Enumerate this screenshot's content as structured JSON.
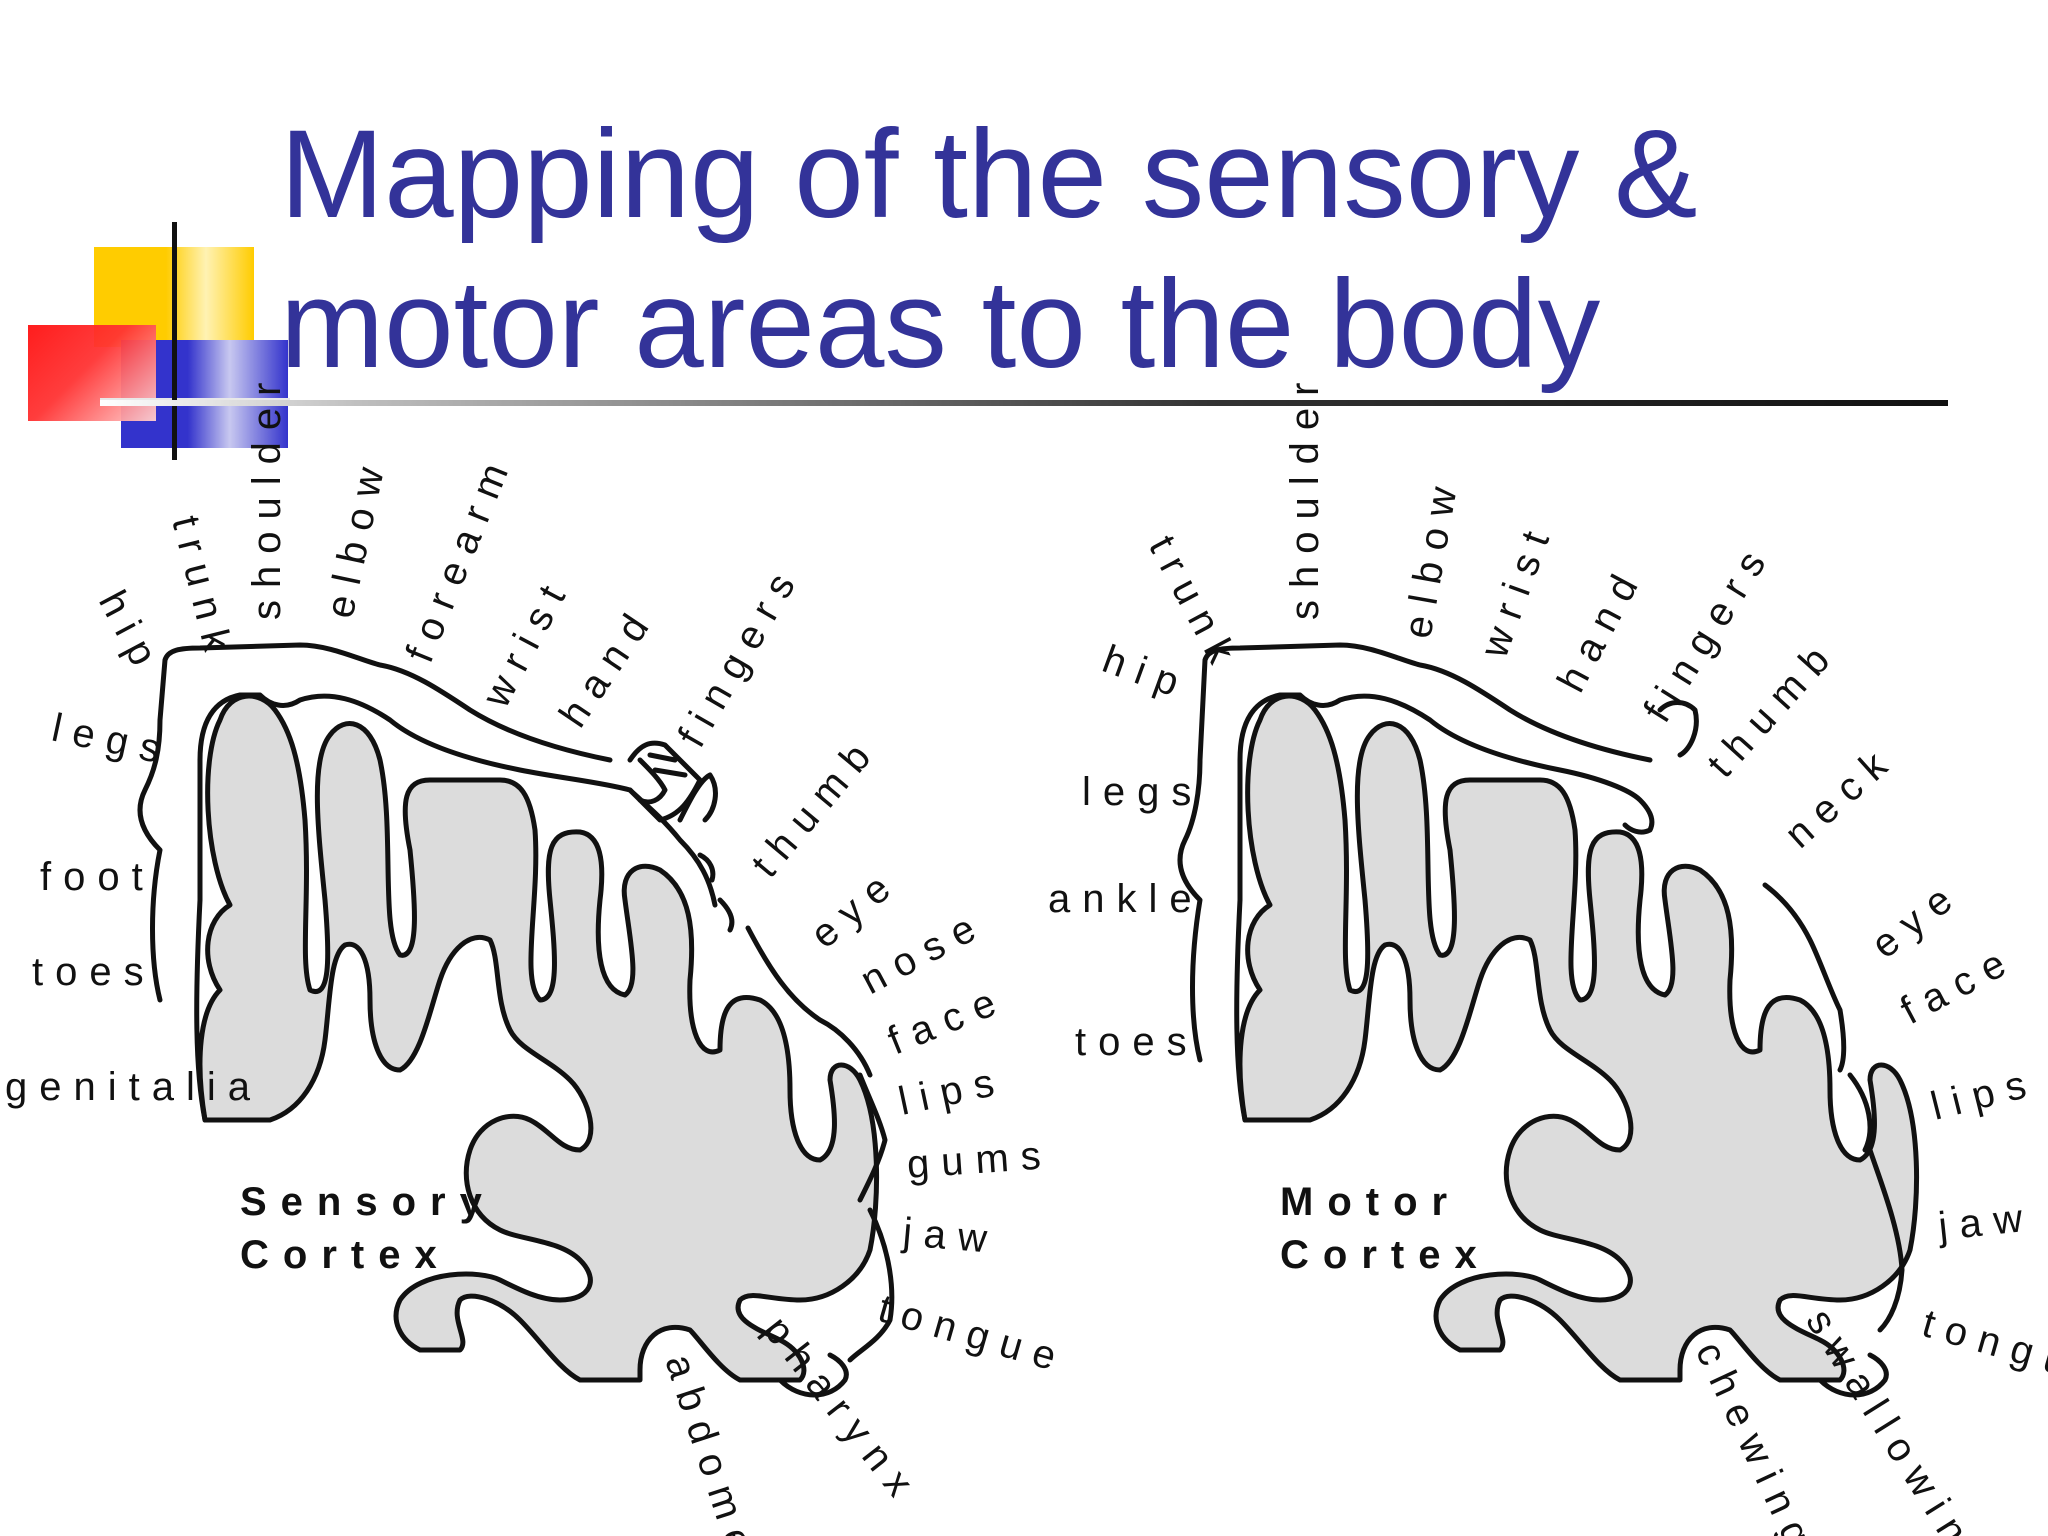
{
  "title": {
    "line1": "Mapping of the sensory &",
    "line2": "motor areas to the body"
  },
  "colors": {
    "title": "#333399",
    "deco_yellow": "#ffcc00",
    "deco_blue": "#3333cc",
    "deco_red": "#ff1111",
    "cortex_fill": "#dcdcdc"
  },
  "sensory": {
    "cortex_label_line1": "Sensory",
    "cortex_label_line2": "Cortex",
    "labels": {
      "hip": "hip",
      "trunk": "trunk",
      "shoulder": "shoulder",
      "elbow": "elbow",
      "forearm": "forearm",
      "wrist": "wrist",
      "hand": "hand",
      "fingers": "fingers",
      "thumb": "thumb",
      "eye": "eye",
      "nose": "nose",
      "face": "face",
      "lips": "lips",
      "gums": "gums",
      "jaw": "jaw",
      "tongue": "tongue",
      "pharynx": "pharynx",
      "abdomen": "abdomen",
      "legs": "legs",
      "foot": "foot",
      "toes": "toes",
      "genitalia": "genitalia"
    }
  },
  "motor": {
    "cortex_label_line1": "Motor",
    "cortex_label_line2": "Cortex",
    "labels": {
      "trunk": "trunk",
      "shoulder": "shoulder",
      "elbow": "elbow",
      "wrist": "wrist",
      "hand": "hand",
      "fingers": "fingers",
      "thumb": "thumb",
      "neck": "neck",
      "hip": "hip",
      "legs": "legs",
      "ankle": "ankle",
      "toes": "toes",
      "eye": "eye",
      "face": "face",
      "lips": "lips",
      "jaw": "jaw",
      "tongue": "tongue",
      "chewing": "chewing",
      "swallowing": "swallowing"
    }
  }
}
